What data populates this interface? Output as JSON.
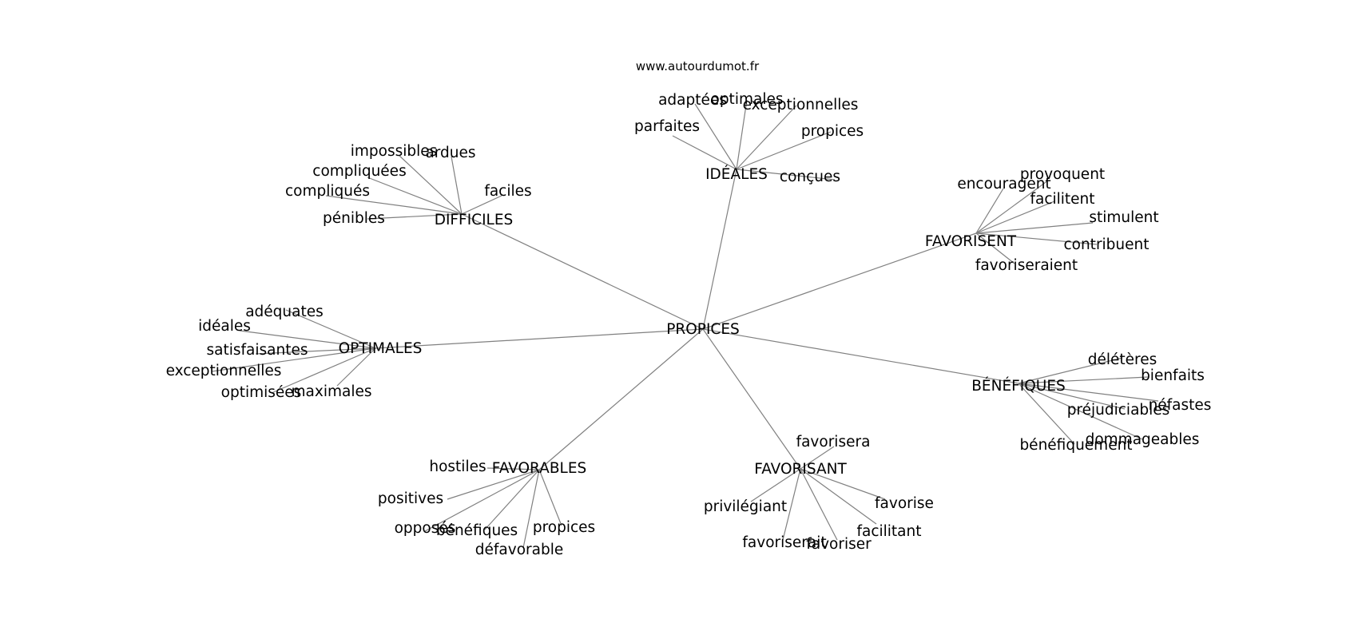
{
  "site": "www.autourdumot.fr",
  "center": {
    "word": "PROPICES"
  },
  "clusters": [
    {
      "hub": "IDÉALES",
      "leaves": [
        "parfaites",
        "adaptées",
        "optimales",
        "exceptionnelles",
        "propices",
        "conçues"
      ]
    },
    {
      "hub": "DIFFICILES",
      "leaves": [
        "impossibles",
        "ardues",
        "compliquées",
        "compliqués",
        "pénibles",
        "faciles"
      ]
    },
    {
      "hub": "FAVORISENT",
      "leaves": [
        "encouragent",
        "provoquent",
        "facilitent",
        "stimulent",
        "contribuent",
        "favoriseraient"
      ]
    },
    {
      "hub": "OPTIMALES",
      "leaves": [
        "adéquates",
        "idéales",
        "satisfaisantes",
        "exceptionnelles",
        "optimisées",
        "maximales"
      ]
    },
    {
      "hub": "BÉNÉFIQUES",
      "leaves": [
        "délétères",
        "bienfaits",
        "néfastes",
        "préjudiciables",
        "dommageables",
        "bénéfiquement"
      ]
    },
    {
      "hub": "FAVORABLES",
      "leaves": [
        "hostiles",
        "positives",
        "opposés",
        "bénéfiques",
        "défavorable",
        "propices"
      ]
    },
    {
      "hub": "FAVORISANT",
      "leaves": [
        "favorisera",
        "privilégiant",
        "favoriserait",
        "favoriser",
        "facilitant",
        "favorise"
      ]
    }
  ]
}
